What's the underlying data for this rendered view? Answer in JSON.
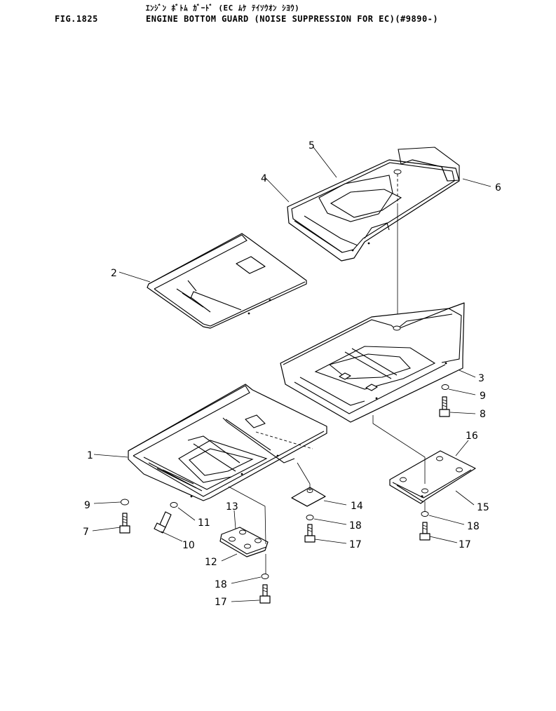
{
  "header": {
    "figure_number": "FIG.1825",
    "title_japanese": "ｴﾝｼﾞﾝ ﾎﾞﾄﾑ ｶﾞｰﾄﾞ (EC ﾑｹ ﾃｲｿｳｵﾝ ｼﾖｳ)",
    "title_english": "ENGINE BOTTOM GUARD (NOISE SUPPRESSION FOR EC)(#9890-)"
  },
  "callouts": [
    {
      "id": "c1",
      "label": "1"
    },
    {
      "id": "c2",
      "label": "2"
    },
    {
      "id": "c3",
      "label": "3"
    },
    {
      "id": "c4",
      "label": "4"
    },
    {
      "id": "c5",
      "label": "5"
    },
    {
      "id": "c6",
      "label": "6"
    },
    {
      "id": "c7",
      "label": "7"
    },
    {
      "id": "c8",
      "label": "8"
    },
    {
      "id": "c9a",
      "label": "9"
    },
    {
      "id": "c9b",
      "label": "9"
    },
    {
      "id": "c10",
      "label": "10"
    },
    {
      "id": "c11",
      "label": "11"
    },
    {
      "id": "c12",
      "label": "12"
    },
    {
      "id": "c13",
      "label": "13"
    },
    {
      "id": "c14",
      "label": "14"
    },
    {
      "id": "c15",
      "label": "15"
    },
    {
      "id": "c16",
      "label": "16"
    },
    {
      "id": "c17a",
      "label": "17"
    },
    {
      "id": "c17b",
      "label": "17"
    },
    {
      "id": "c17c",
      "label": "17"
    },
    {
      "id": "c18a",
      "label": "18"
    },
    {
      "id": "c18b",
      "label": "18"
    },
    {
      "id": "c18c",
      "label": "18"
    }
  ]
}
